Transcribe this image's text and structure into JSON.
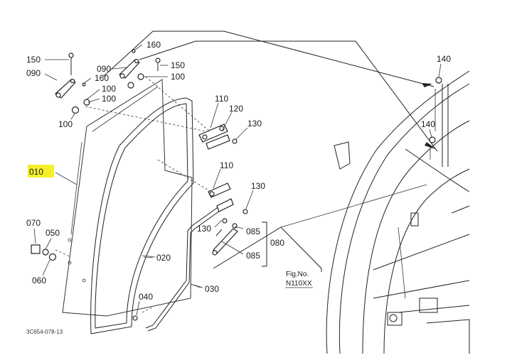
{
  "diagram": {
    "highlight_color": "#f5ef2a",
    "callouts": {
      "c150a": "150",
      "c090a": "090",
      "c160a": "160",
      "c160b": "160",
      "c090b": "090",
      "c150b": "150",
      "c100a": "100",
      "c100b": "100",
      "c100c": "100",
      "c100d": "100",
      "c110a": "110",
      "c120": "120",
      "c130a": "130",
      "c010": "010",
      "c110b": "110",
      "c130b": "130",
      "c130c": "130",
      "c085a": "085",
      "c085b": "085",
      "c080": "080",
      "c070": "070",
      "c050": "050",
      "c060": "060",
      "c020": "020",
      "c040": "040",
      "c030": "030",
      "c140a": "140",
      "c140b": "140"
    },
    "fig_label": "Fig.No.",
    "fig_code": "N110XX",
    "drawing_number": "3C654-078-13"
  }
}
